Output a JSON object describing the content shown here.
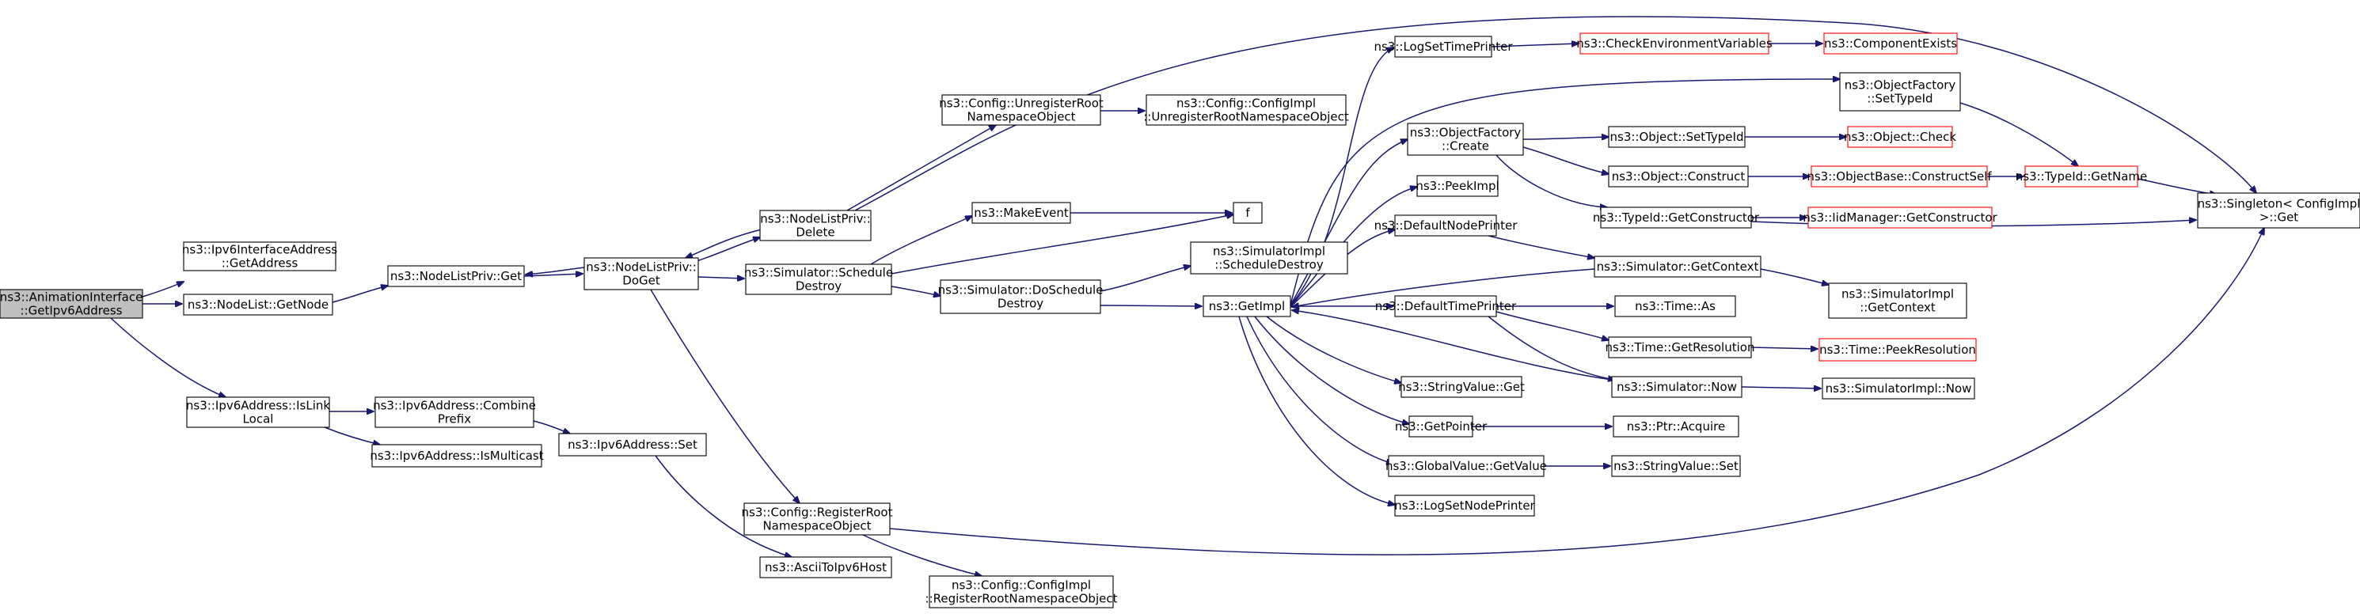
{
  "colors": {
    "edge": "#191970",
    "missing_border": "#ff0000",
    "root_fill": "#bfbfbf"
  },
  "nodes": {
    "root": {
      "lines": [
        "ns3::AnimationInterface",
        "::GetIpv6Address"
      ],
      "style": "root"
    },
    "ifget": {
      "lines": [
        "ns3::Ipv6InterfaceAddress",
        "::GetAddress"
      ]
    },
    "getnode": {
      "lines": [
        "ns3::NodeList::GetNode"
      ]
    },
    "islink": {
      "lines": [
        "ns3::Ipv6Address::IsLink",
        "Local"
      ]
    },
    "nlpget": {
      "lines": [
        "ns3::NodeListPriv::Get"
      ]
    },
    "combine": {
      "lines": [
        "ns3::Ipv6Address::Combine",
        "Prefix"
      ]
    },
    "ismulti": {
      "lines": [
        "ns3::Ipv6Address::IsMulticast"
      ]
    },
    "ipset": {
      "lines": [
        "ns3::Ipv6Address::Set"
      ]
    },
    "doget": {
      "lines": [
        "ns3::NodeListPriv::",
        "DoGet"
      ]
    },
    "ascii": {
      "lines": [
        "ns3::AsciiToIpv6Host"
      ]
    },
    "nlpdel": {
      "lines": [
        "ns3::NodeListPriv::",
        "Delete"
      ]
    },
    "schdes": {
      "lines": [
        "ns3::Simulator::Schedule",
        "Destroy"
      ]
    },
    "regroot": {
      "lines": [
        "ns3::Config::RegisterRoot",
        "NamespaceObject"
      ]
    },
    "unreg": {
      "lines": [
        "ns3::Config::UnregisterRoot",
        "NamespaceObject"
      ]
    },
    "mkevent": {
      "lines": [
        "ns3::MakeEvent"
      ]
    },
    "doschdes": {
      "lines": [
        "ns3::Simulator::DoSchedule",
        "Destroy"
      ]
    },
    "ciregroot": {
      "lines": [
        "ns3::Config::ConfigImpl",
        "::RegisterRootNamespaceObject"
      ]
    },
    "ciunreg": {
      "lines": [
        "ns3::Config::ConfigImpl",
        "::UnregisterRootNamespaceObject"
      ]
    },
    "fnode": {
      "lines": [
        "f"
      ]
    },
    "simschdes": {
      "lines": [
        "ns3::SimulatorImpl",
        "::ScheduleDestroy"
      ]
    },
    "getimpl": {
      "lines": [
        "ns3::GetImpl"
      ]
    },
    "logtime": {
      "lines": [
        "ns3::LogSetTimePrinter"
      ]
    },
    "objfcreate": {
      "lines": [
        "ns3::ObjectFactory",
        "::Create"
      ]
    },
    "peekimpl": {
      "lines": [
        "ns3::PeekImpl"
      ]
    },
    "defnode": {
      "lines": [
        "ns3::DefaultNodePrinter"
      ]
    },
    "deftime": {
      "lines": [
        "ns3::DefaultTimePrinter"
      ]
    },
    "strget": {
      "lines": [
        "ns3::StringValue::Get"
      ]
    },
    "getptr": {
      "lines": [
        "ns3::GetPointer"
      ]
    },
    "gvget": {
      "lines": [
        "ns3::GlobalValue::GetValue"
      ]
    },
    "lognode": {
      "lines": [
        "ns3::LogSetNodePrinter"
      ]
    },
    "checkenv": {
      "lines": [
        "ns3::CheckEnvironmentVariables"
      ],
      "style": "red"
    },
    "compexists": {
      "lines": [
        "ns3::ComponentExists"
      ],
      "style": "red"
    },
    "objfsettype": {
      "lines": [
        "ns3::ObjectFactory",
        "::SetTypeId"
      ]
    },
    "objsettype": {
      "lines": [
        "ns3::Object::SetTypeId"
      ]
    },
    "objconstruct": {
      "lines": [
        "ns3::Object::Construct"
      ]
    },
    "typegetcons": {
      "lines": [
        "ns3::TypeId::GetConstructor"
      ]
    },
    "simgetctx": {
      "lines": [
        "ns3::Simulator::GetContext"
      ]
    },
    "timeas": {
      "lines": [
        "ns3::Time::As"
      ]
    },
    "timegetres": {
      "lines": [
        "ns3::Time::GetResolution"
      ]
    },
    "simnow": {
      "lines": [
        "ns3::Simulator::Now"
      ]
    },
    "ptracq": {
      "lines": [
        "ns3::Ptr::Acquire"
      ]
    },
    "strset": {
      "lines": [
        "ns3::StringValue::Set"
      ]
    },
    "objcheck": {
      "lines": [
        "ns3::Object::Check"
      ],
      "style": "red"
    },
    "objbasecs": {
      "lines": [
        "ns3::ObjectBase::ConstructSelf"
      ],
      "style": "red"
    },
    "iidmgr": {
      "lines": [
        "ns3::IidManager::GetConstructor"
      ],
      "style": "red"
    },
    "simimplctx": {
      "lines": [
        "ns3::SimulatorImpl",
        "::GetContext"
      ]
    },
    "timepeekres": {
      "lines": [
        "ns3::Time::PeekResolution"
      ],
      "style": "red"
    },
    "simimplnow": {
      "lines": [
        "ns3::SimulatorImpl::Now"
      ]
    },
    "typegetname": {
      "lines": [
        "ns3::TypeId::GetName"
      ],
      "style": "red"
    },
    "singleton": {
      "lines": [
        "ns3::Singleton< ConfigImpl",
        " >::Get"
      ]
    }
  }
}
